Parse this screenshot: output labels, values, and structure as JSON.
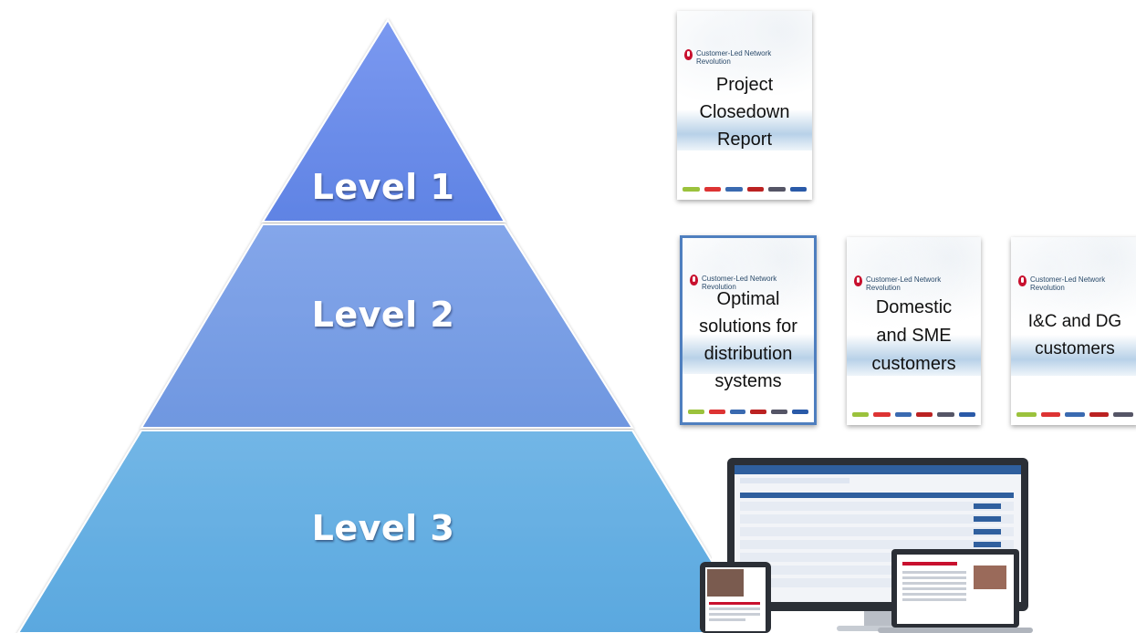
{
  "pyramid": {
    "levels": [
      {
        "label": "Level 1",
        "color": "#6c8ee8"
      },
      {
        "label": "Level 2",
        "color": "#7ba2e6"
      },
      {
        "label": "Level 3",
        "color": "#62aee2"
      }
    ]
  },
  "brand": {
    "name_line1": "Customer-Led Network",
    "name_line2": "Revolution",
    "mark_color": "#c8102e"
  },
  "reports": {
    "closedown": {
      "lines": [
        "Project",
        "Closedown",
        "Report"
      ]
    },
    "optimal": {
      "lines": [
        "Optimal",
        "solutions for",
        "distribution",
        "systems"
      ],
      "highlight_color": "#4f7fbf"
    },
    "domestic": {
      "lines": [
        "Domestic",
        "and SME",
        "customers"
      ]
    },
    "ic": {
      "lines": [
        "I&C and DG",
        "customers"
      ]
    }
  },
  "devices": {
    "icon": "responsive-devices-icon"
  }
}
